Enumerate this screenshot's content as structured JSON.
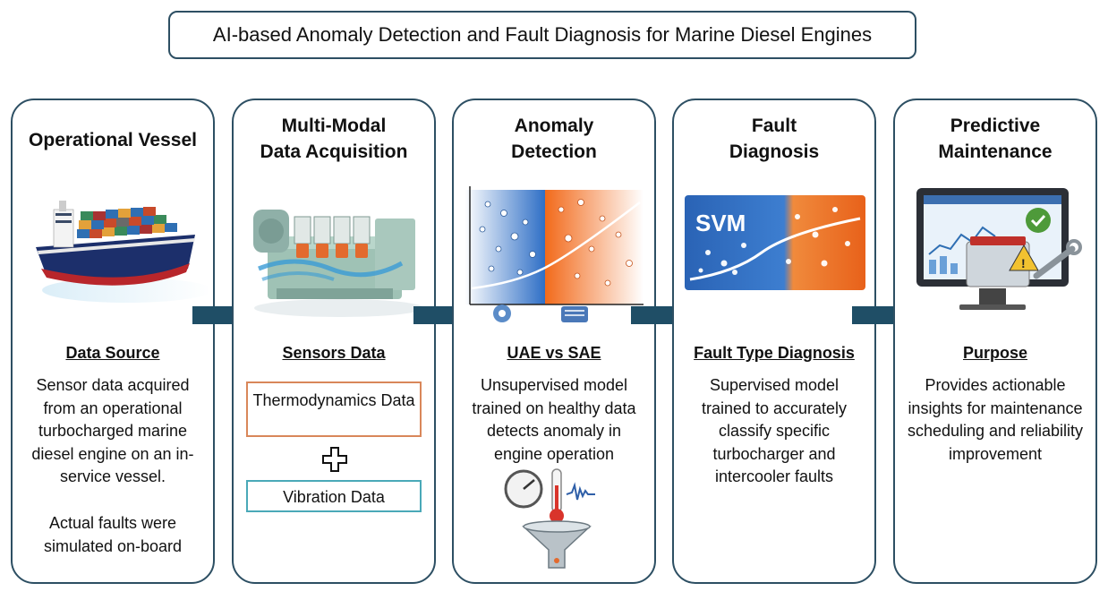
{
  "title": "AI-based Anomaly Detection and Fault Diagnosis for Marine Diesel Engines",
  "colors": {
    "border": "#2d4f63",
    "arrow": "#1f4e66",
    "thermo_border": "#d9875a",
    "vibration_border": "#4aa9b8"
  },
  "panels": [
    {
      "title": "Operational Vessel",
      "image_icon": "container-ship-icon",
      "section_heading": "Data Source",
      "body": "Sensor data acquired from an operational turbocharged marine diesel engine on an in-service vessel.",
      "note": "Actual faults were simulated on-board"
    },
    {
      "title_line1": "Multi-Modal",
      "title_line2": "Data Acquisition",
      "image_icon": "marine-engine-icon",
      "section_heading": "Sensors Data",
      "box1": "Thermodynamics Data",
      "plus_icon": "plus-icon",
      "box2": "Vibration Data"
    },
    {
      "title_line1": "Anomaly",
      "title_line2": "Detection",
      "image_icon": "anomaly-scatter-icon",
      "section_heading": "UAE vs SAE",
      "body": "Unsupervised model trained on healthy data detects anomaly in engine operation",
      "footer_icon": "gauge-thermometer-filter-icon"
    },
    {
      "title_line1": "Fault",
      "title_line2": "Diagnosis",
      "image_icon": "svm-classifier-icon",
      "image_label": "SVM",
      "section_heading": "Fault Type Diagnosis",
      "body": "Supervised model trained to accurately classify specific turbocharger and intercooler faults"
    },
    {
      "title_line1": "Predictive",
      "title_line2": "Maintenance",
      "image_icon": "monitor-dashboard-icon",
      "section_heading": "Purpose",
      "body": "Provides actionable insights for maintenance scheduling and reliability improvement"
    }
  ],
  "arrows": [
    "arrow-right-icon",
    "arrow-right-icon",
    "arrow-right-icon",
    "arrow-right-icon"
  ]
}
